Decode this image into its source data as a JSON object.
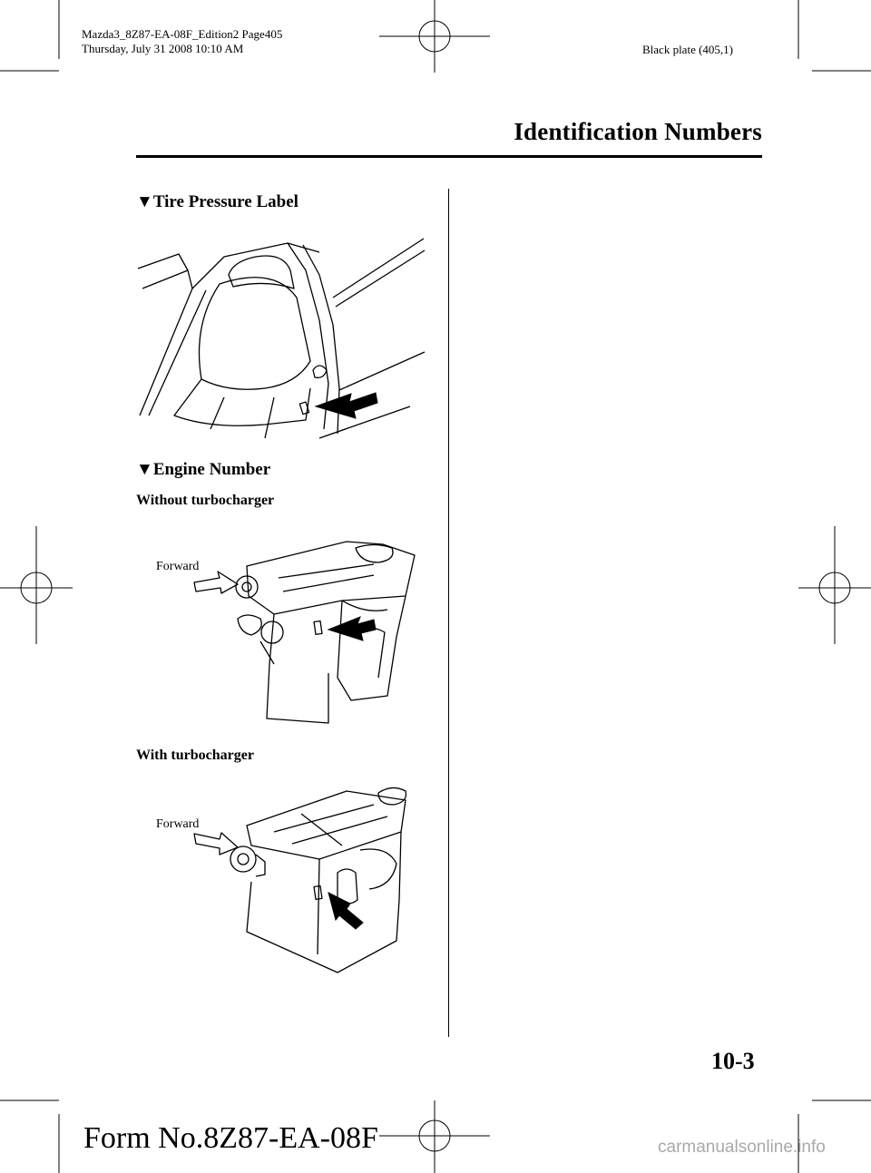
{
  "header": {
    "file_line_1": "Mazda3_8Z87-EA-08F_Edition2 Page405",
    "file_line_2": "Thursday, July 31 2008 10:10 AM",
    "plate": "Black plate (405,1)"
  },
  "section_title": "Identification Numbers",
  "tire": {
    "heading_marker": "▼",
    "heading": "Tire Pressure Label"
  },
  "engine": {
    "heading_marker": "▼",
    "heading": "Engine Number",
    "without_label": "Without turbocharger",
    "with_label": "With turbocharger",
    "forward_label_1": "Forward",
    "forward_label_2": "Forward"
  },
  "footer": {
    "page_number": "10-3",
    "form_number": "Form No.8Z87-EA-08F",
    "watermark": "carmanualsonline.info"
  }
}
